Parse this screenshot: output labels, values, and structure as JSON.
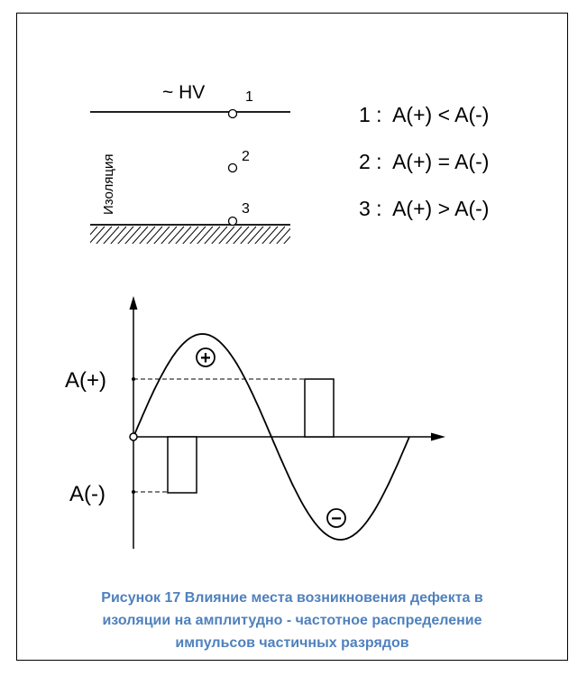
{
  "schematic": {
    "hv_label": "~ HV",
    "insulation_label": "Изоляция",
    "points": [
      {
        "number": "1",
        "condition": "1 :  A(+) < A(-)"
      },
      {
        "number": "2",
        "condition": "2 :  A(+) = A(-)"
      },
      {
        "number": "3",
        "condition": "3 :  A(+) > A(-)"
      }
    ]
  },
  "waveform": {
    "a_plus_label": "A(+)",
    "a_minus_label": "A(-)",
    "plus_symbol": "+",
    "minus_symbol": "−"
  },
  "caption": {
    "line1": "Рисунок 17 Влияние места возникновения дефекта в",
    "line2": "изоляции на амплитудно - частотное распределение",
    "line3": "импульсов частичных разрядов",
    "color": "#4f81bd"
  }
}
